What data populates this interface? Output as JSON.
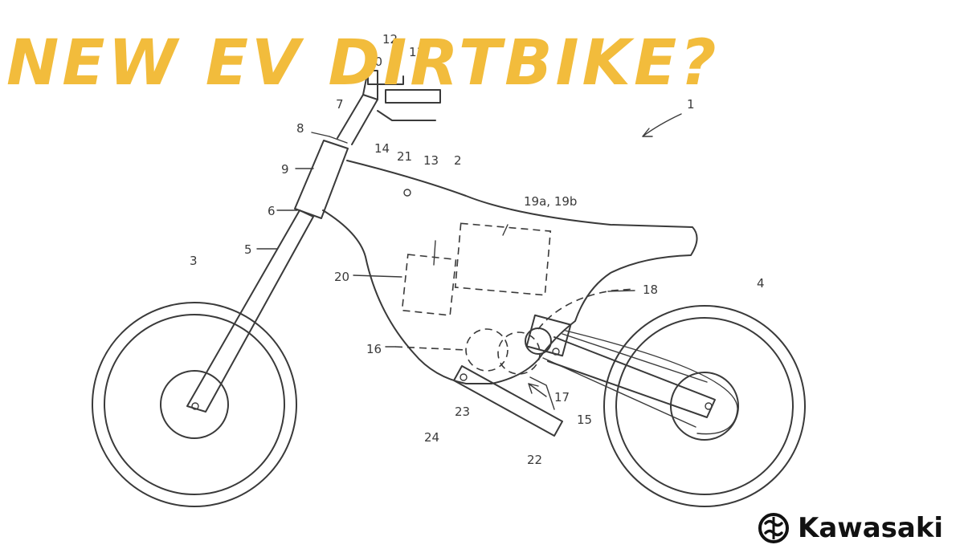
{
  "headline": "NEW EV DIRTBIKE?",
  "brand": {
    "name": "Kawasaki",
    "logo_icon": "kawasaki-river-mark-icon",
    "color": "#111111"
  },
  "headline_color": "#F2BC3C",
  "diagram": {
    "labels": {
      "l1": "1",
      "l2": "2",
      "l3": "3",
      "l4": "4",
      "l5": "5",
      "l6": "6",
      "l7": "7",
      "l8": "8",
      "l9": "9",
      "l10": "10",
      "l11": "11",
      "l12": "12",
      "l13": "13",
      "l14": "14",
      "l15": "15",
      "l16": "16",
      "l17": "17",
      "l18": "18",
      "l19": "19a, 19b",
      "l20": "20",
      "l21": "21",
      "l22": "22",
      "l23": "23",
      "l24": "24"
    }
  }
}
